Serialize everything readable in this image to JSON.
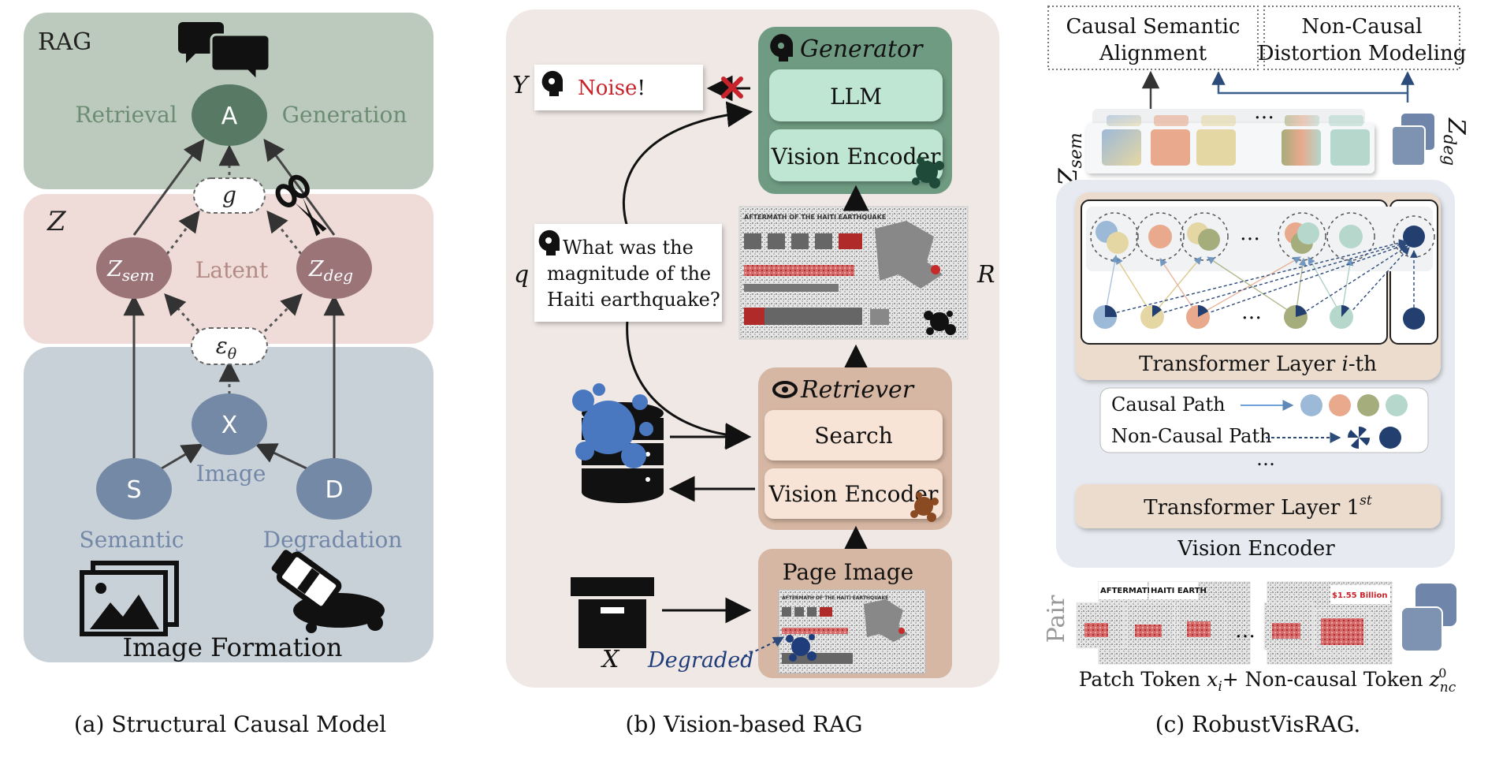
{
  "panel_a": {
    "rag_label": "RAG",
    "z_label": "Z",
    "node_a": "A",
    "retrieval": "Retrieval",
    "generation": "Generation",
    "g_label": "g",
    "z_sem_main": "Z",
    "z_sem_sub": "sem",
    "z_deg_main": "Z",
    "z_deg_sub": "deg",
    "latent": "Latent",
    "eps_main": "ε",
    "eps_sub": "θ",
    "node_x": "X",
    "image_label": "Image",
    "node_s": "S",
    "node_d": "D",
    "semantic": "Semantic",
    "degradation": "Degradation",
    "image_formation": "Image Formation",
    "caption": "(a) Structural Causal Model"
  },
  "panel_b": {
    "y_label": "Y",
    "noise_text": "Noise",
    "noise_bang": "!",
    "generator_title": "Generator",
    "llm": "LLM",
    "vision_encoder_gen": "Vision Encoder",
    "question_lines": [
      "What was the",
      "magnitude of the",
      "Haiti earthquake?"
    ],
    "q_label": "q",
    "r_label": "R",
    "retriever_title": "Retriever",
    "search": "Search",
    "vision_encoder_ret": "Vision Encoder",
    "page_image": "Page Image",
    "x_label": "X",
    "degraded": "Degraded",
    "thumb_title": "AFTERMATH OF THE HAITI EARTHQUAKE",
    "caption": "(b) Vision-based RAG"
  },
  "panel_c": {
    "causal_alignment_lines": [
      "Causal Semantic",
      "Alignment"
    ],
    "noncausal_modeling_lines": [
      "Non-Causal",
      "Distortion Modeling"
    ],
    "z_sem_main": "Z",
    "z_sem_sub": "sem",
    "z_deg_main": "Z",
    "z_deg_sub": "deg",
    "ellipsis": "…",
    "transformer_i": "Transformer Layer",
    "transformer_i_var": "i",
    "transformer_i_suffix": "-th",
    "causal_path": "Causal Path",
    "noncausal_path": "Non-Causal Path",
    "transformer_1": "Transformer Layer 1",
    "transformer_1_sup": "st",
    "vision_encoder": "Vision Encoder",
    "pair": "Pair",
    "patch_token": "Patch Token",
    "patch_var": "x",
    "patch_sub": "i",
    "plus_noncausal": "+ Non-causal Token",
    "nc_var": "z",
    "nc_sub": "nc",
    "nc_sup": "0",
    "thumb_text_1": "AFTERMATH O",
    "thumb_text_2": "HAITI EARTH",
    "thumb_price": "$1.55 Billion",
    "caption": "(c) RobustVisRAG."
  },
  "colors": {
    "rag_bg": "#bccabd",
    "latent_bg": "#efdcd8",
    "formation_bg": "#c9d1d8",
    "node_green": "#587a64",
    "node_mauve": "#9b7478",
    "node_blue": "#7489a5",
    "text_green": "#6c8c74",
    "text_mauve": "#b28a84",
    "text_blue": "#7387a8",
    "generator_bg": "#6f9b82",
    "generator_box": "#bfe5d3",
    "retriever_bg": "#d6b7a3",
    "retriever_box": "#f7e4d6",
    "noise_red": "#c8232b",
    "degraded_blue": "#1f3d7a",
    "splash_blue": "#4a78c0",
    "tok_blue": "#9db9d8",
    "tok_orange": "#e8a98c",
    "tok_olive": "#a6ad7c",
    "tok_teal": "#b5d7cc",
    "tok_navy": "#223f70",
    "tok_yellow": "#e5d7a4",
    "encoder_bg": "#e7ebf1",
    "layer_bg": "#ecdcce",
    "path_blue": "#6fa3d8"
  }
}
